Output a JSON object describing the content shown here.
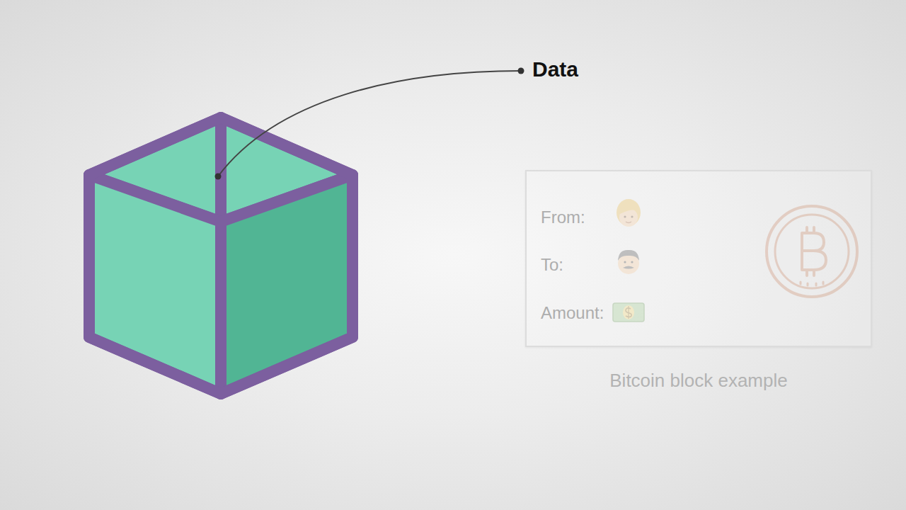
{
  "diagram": {
    "nodes": [
      {
        "text": [
          "From:",
          "To:",
          "Amount:"
        ]
      }
    ],
    "labels": [
      "Data",
      "Bitcoin block example"
    ]
  }
}
